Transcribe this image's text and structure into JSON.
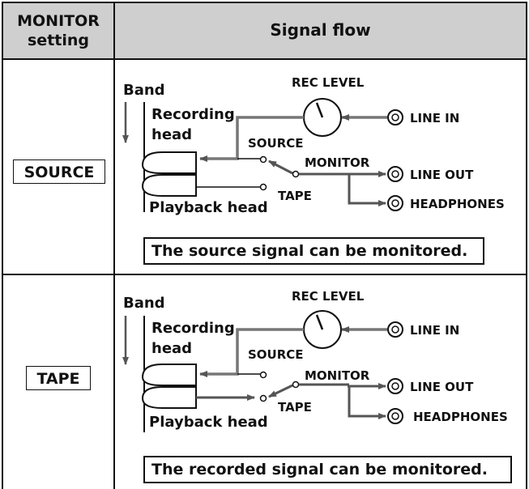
{
  "header": {
    "col1_line1": "MONITOR",
    "col1_line2": "setting",
    "col2": "Signal flow"
  },
  "rows": [
    {
      "setting": "SOURCE",
      "band": "Band",
      "rec_level": "REC LEVEL",
      "recording_head_1": "Recording",
      "recording_head_2": "head",
      "playback_head": "Playback head",
      "source_label": "SOURCE",
      "tape_label": "TAPE",
      "monitor_label": "MONITOR",
      "line_in": "LINE IN",
      "line_out": "LINE OUT",
      "headphones": "HEADPHONES",
      "caption": "The source signal can be monitored."
    },
    {
      "setting": "TAPE",
      "band": "Band",
      "rec_level": "REC LEVEL",
      "recording_head_1": "Recording",
      "recording_head_2": "head",
      "playback_head": "Playback head",
      "source_label": "SOURCE",
      "tape_label": "TAPE",
      "monitor_label": "MONITOR",
      "line_in": "LINE IN",
      "line_out": "LINE OUT",
      "headphones": "HEADPHONES",
      "caption": "The recorded signal can be monitored."
    }
  ]
}
